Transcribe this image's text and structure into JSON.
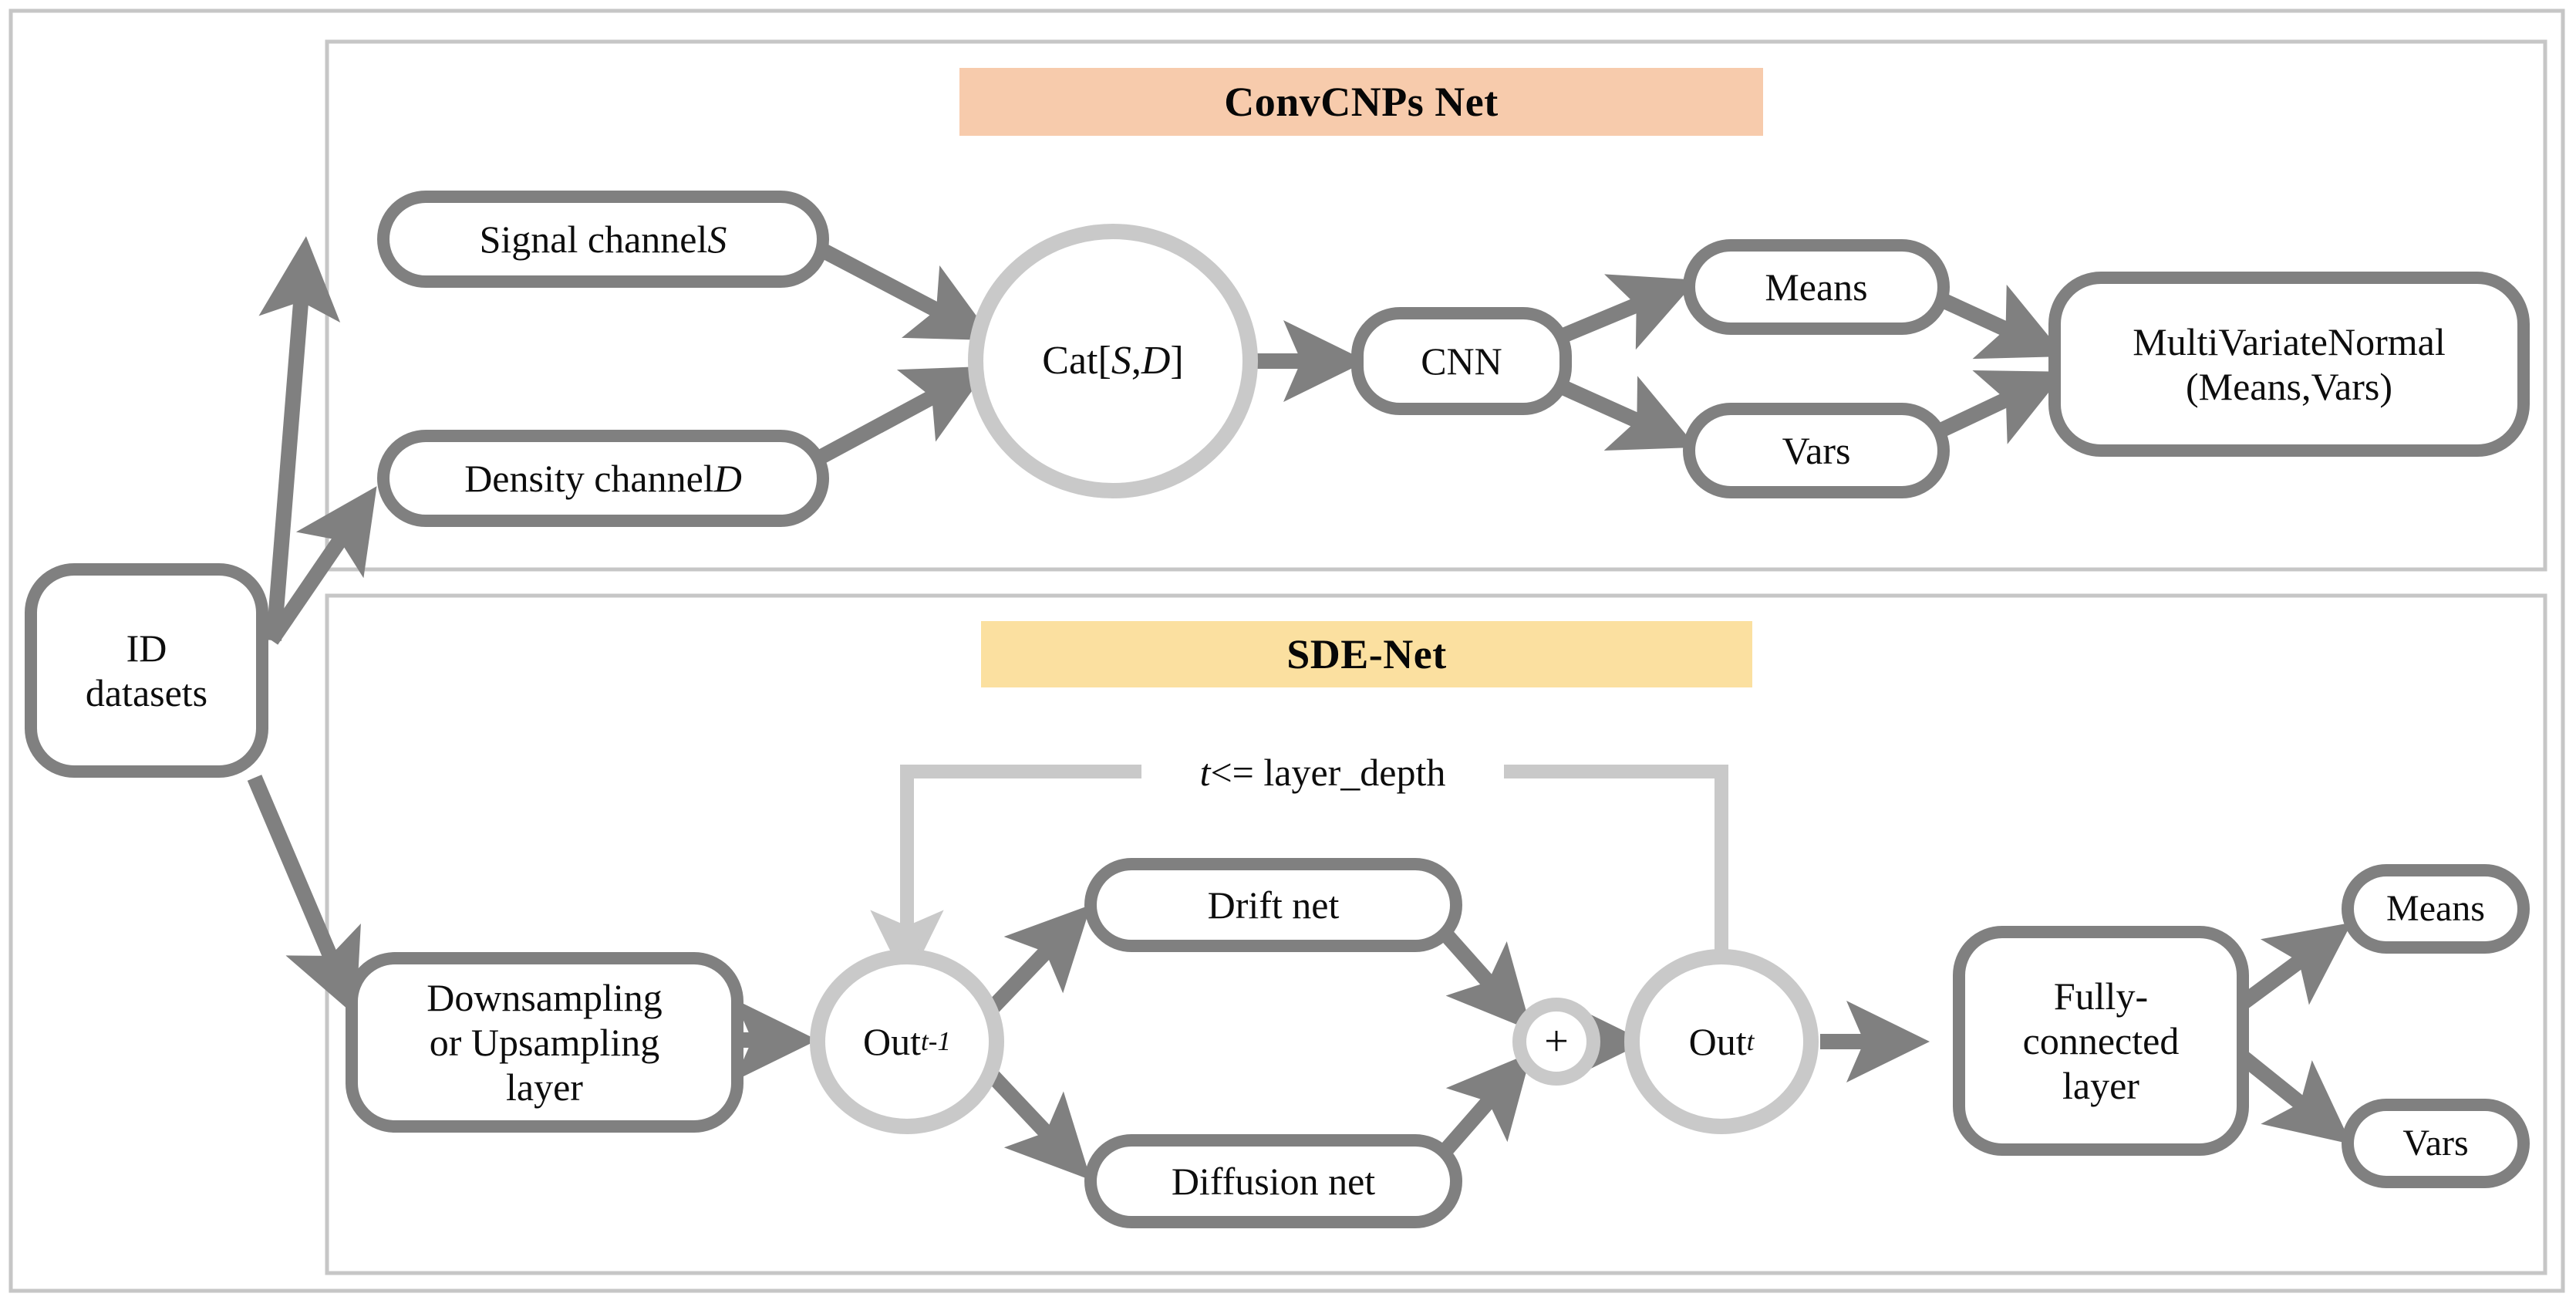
{
  "figure": {
    "title": "ConvCNPs Net and SDE-Net architecture diagram",
    "colors": {
      "stroke_dark": "#808080",
      "stroke_light": "#c9c9c9",
      "panel_border": "#c6c6c6",
      "convcnps_band": "#f7cbac",
      "sdenet_band": "#fbe0a0",
      "text": "#0d0d0d",
      "page_background": "#ffffff"
    }
  },
  "source": {
    "id": "id-datasets",
    "label": "ID\ndatasets"
  },
  "panels": [
    {
      "id": "convcnps",
      "band_label": "ConvCNPs Net",
      "band_color": "#f7cbac",
      "nodes": [
        {
          "id": "signal-channel",
          "label": "Signal channel ",
          "italic_suffix": "S",
          "shape": "rounded-rect"
        },
        {
          "id": "density-channel",
          "label": "Density channel ",
          "italic_suffix": "D",
          "shape": "rounded-rect"
        },
        {
          "id": "cat-sd",
          "label": "Cat[",
          "shape": "circle"
        },
        {
          "id": "cnn",
          "label": "CNN",
          "shape": "rounded-rect"
        },
        {
          "id": "means",
          "label": "Means",
          "shape": "rounded-rect"
        },
        {
          "id": "vars",
          "label": "Vars",
          "shape": "rounded-rect"
        },
        {
          "id": "mvn",
          "label": "MultiVariateNormal\n(Means,Vars)",
          "shape": "rounded-rect"
        }
      ],
      "cat_parts": {
        "open": "Cat[",
        "s": "S",
        "comma": ",",
        "d": "D",
        "close": "]"
      }
    },
    {
      "id": "sdenet",
      "band_label": "SDE-Net",
      "band_color": "#fbe0a0",
      "loop_label_parts": {
        "t": "t",
        "rest": " <= layer_depth"
      },
      "loop_label": "t <= layer_depth",
      "nodes": [
        {
          "id": "downsampling",
          "label": "Downsampling\nor Upsampling\nlayer",
          "shape": "rounded-rect"
        },
        {
          "id": "out-prev",
          "label": "Out",
          "sub": "t-1",
          "shape": "circle"
        },
        {
          "id": "drift-net",
          "label": "Drift net",
          "shape": "rounded-rect"
        },
        {
          "id": "diffusion-net",
          "label": "Diffusion net",
          "shape": "rounded-rect"
        },
        {
          "id": "plus",
          "label": "+",
          "shape": "circle-small"
        },
        {
          "id": "out-cur",
          "label": "Out",
          "sub": "t",
          "shape": "circle"
        },
        {
          "id": "fc-layer",
          "label": "Fully-\nconnected\nlayer",
          "shape": "rounded-rect"
        },
        {
          "id": "means2",
          "label": "Means",
          "shape": "rounded-rect"
        },
        {
          "id": "vars2",
          "label": "Vars",
          "shape": "rounded-rect"
        }
      ]
    }
  ],
  "edges": [
    {
      "from": "id-datasets",
      "to": "signal-channel"
    },
    {
      "from": "id-datasets",
      "to": "density-channel"
    },
    {
      "from": "signal-channel",
      "to": "cat-sd"
    },
    {
      "from": "density-channel",
      "to": "cat-sd"
    },
    {
      "from": "cat-sd",
      "to": "cnn"
    },
    {
      "from": "cnn",
      "to": "means"
    },
    {
      "from": "cnn",
      "to": "vars"
    },
    {
      "from": "means",
      "to": "mvn"
    },
    {
      "from": "vars",
      "to": "mvn"
    },
    {
      "from": "id-datasets",
      "to": "downsampling"
    },
    {
      "from": "downsampling",
      "to": "out-prev"
    },
    {
      "from": "out-prev",
      "to": "drift-net"
    },
    {
      "from": "out-prev",
      "to": "diffusion-net"
    },
    {
      "from": "drift-net",
      "to": "plus"
    },
    {
      "from": "diffusion-net",
      "to": "plus"
    },
    {
      "from": "plus",
      "to": "out-cur"
    },
    {
      "from": "out-cur",
      "to": "fc-layer"
    },
    {
      "from": "fc-layer",
      "to": "means2"
    },
    {
      "from": "fc-layer",
      "to": "vars2"
    },
    {
      "from": "out-cur",
      "to": "out-prev",
      "kind": "feedback-loop"
    }
  ]
}
